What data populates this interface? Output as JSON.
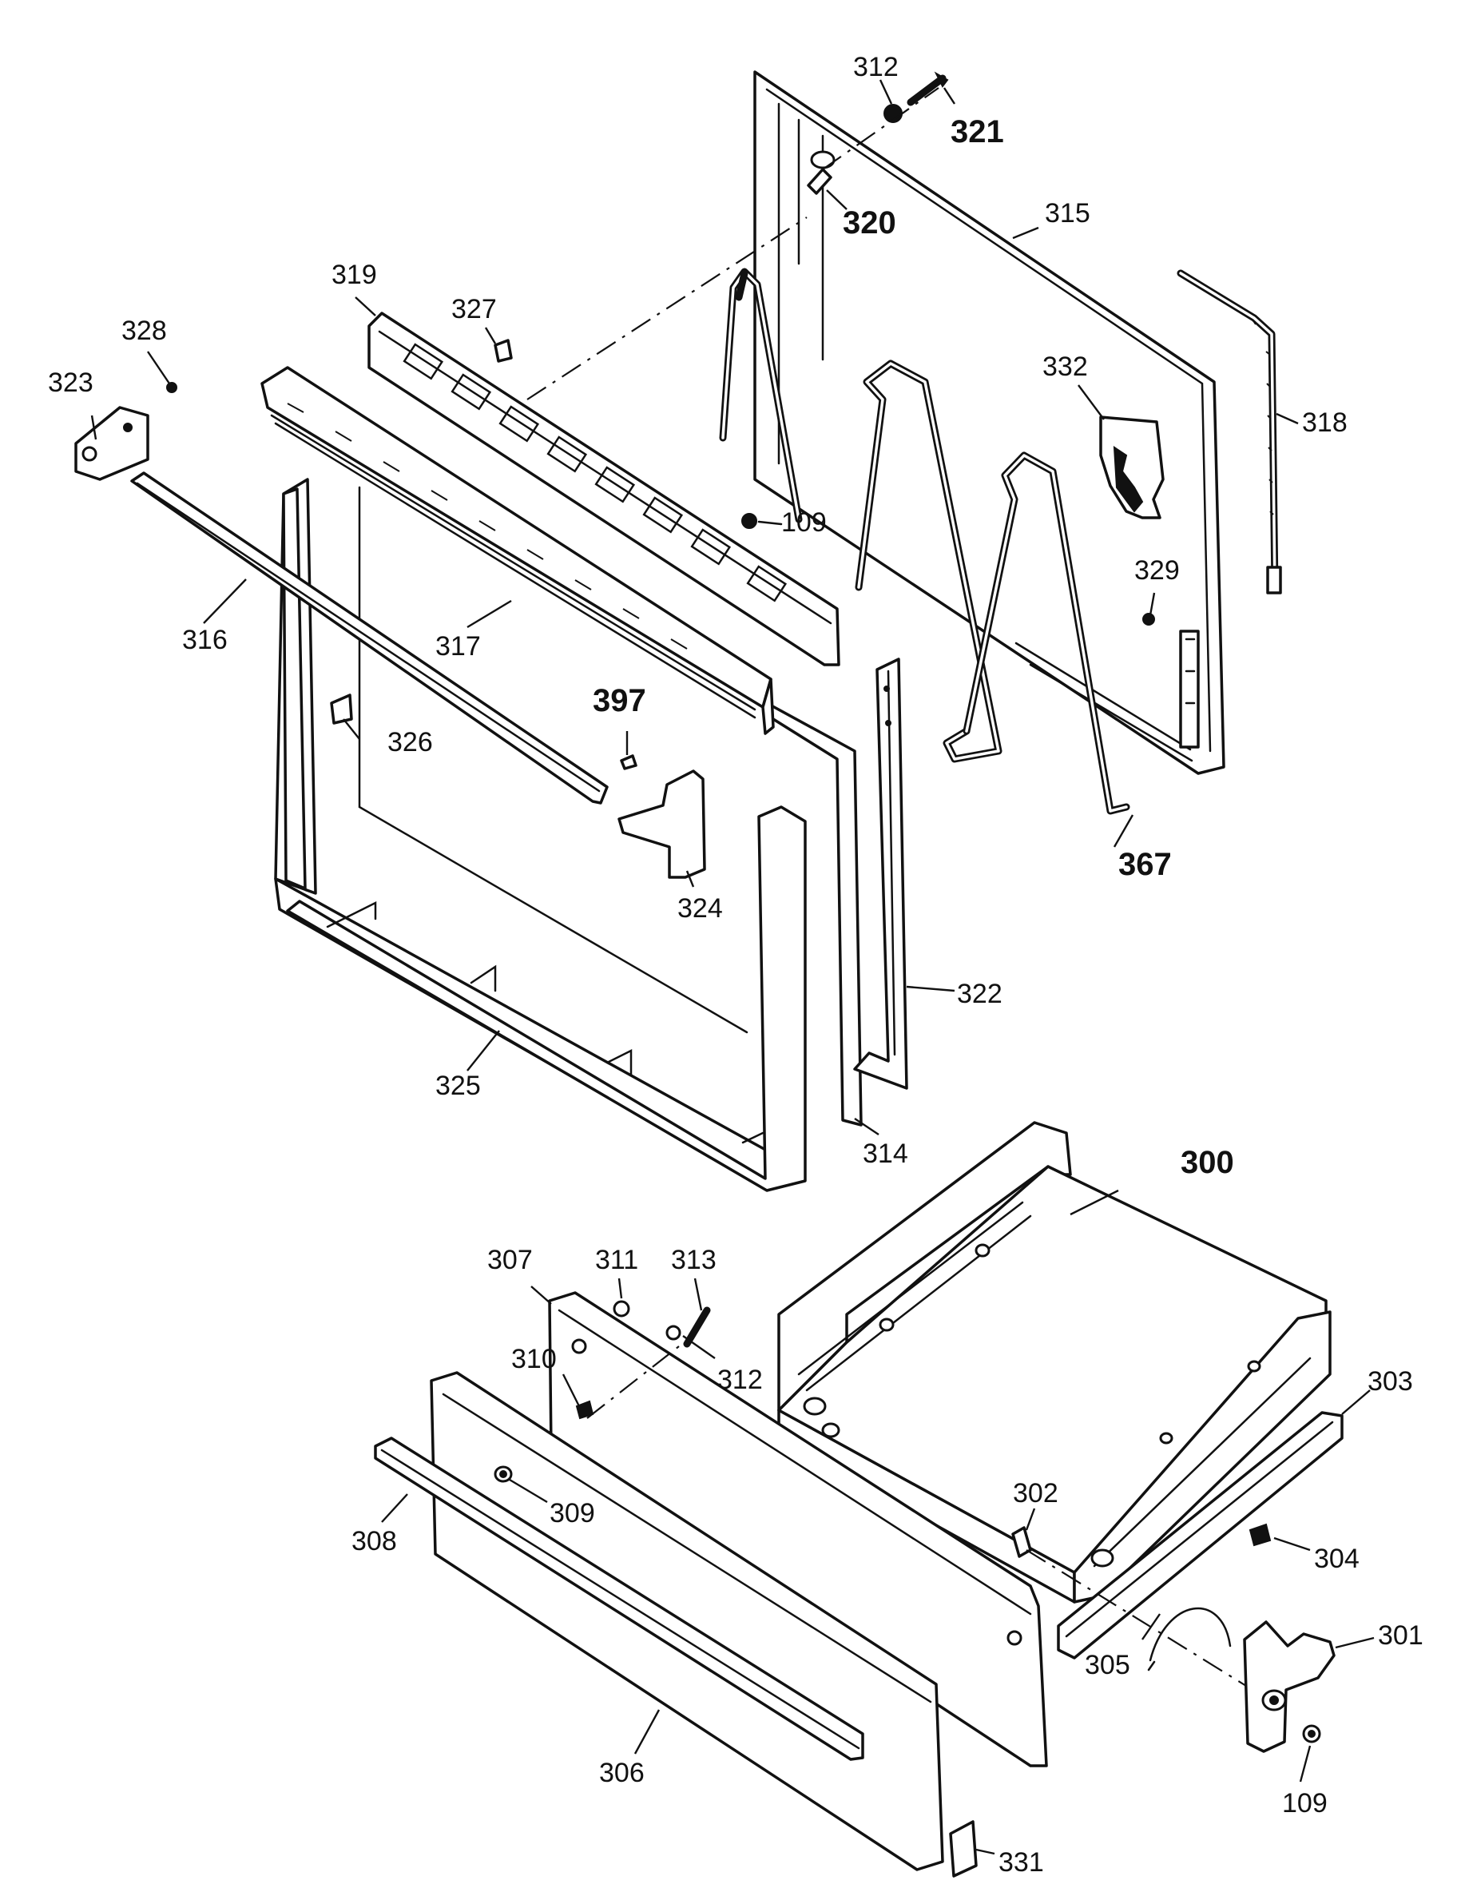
{
  "callouts": {
    "c300": "300",
    "c301": "301",
    "c302": "302",
    "c303": "303",
    "c304": "304",
    "c305": "305",
    "c306": "306",
    "c307": "307",
    "c308": "308",
    "c309": "309",
    "c310": "310",
    "c311": "311",
    "c312a": "312",
    "c312b": "312",
    "c313": "313",
    "c314": "314",
    "c315": "315",
    "c316": "316",
    "c317": "317",
    "c318": "318",
    "c319": "319",
    "c320": "320",
    "c321": "321",
    "c322": "322",
    "c323": "323",
    "c324": "324",
    "c325": "325",
    "c326": "326",
    "c327": "327",
    "c328": "328",
    "c329": "329",
    "c331": "331",
    "c332": "332",
    "c367": "367",
    "c397": "397",
    "c109a": "109",
    "c109b": "109"
  }
}
